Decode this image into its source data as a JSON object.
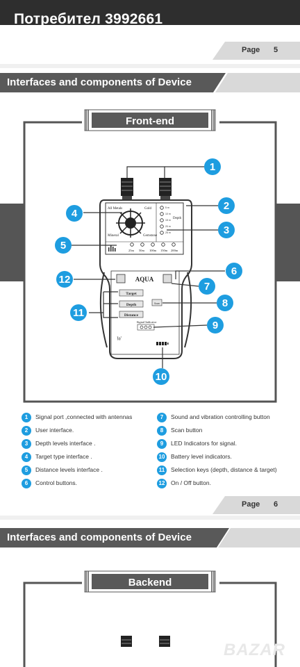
{
  "topbar": {
    "user": "Потребител 3992661"
  },
  "page_top": {
    "label": "Page",
    "number": "5"
  },
  "page_mid": {
    "label": "Page",
    "number": "6"
  },
  "section1": {
    "title": "Interfaces and components of Device",
    "subtitle": "Front-end"
  },
  "section2": {
    "title": "Interfaces and components of Device",
    "subtitle": "Backend"
  },
  "device": {
    "brand": "AQUA",
    "target_types": [
      "All Metals",
      "Gold",
      "Mineral",
      "Gemstone"
    ],
    "depth_label": "Depth",
    "depth_levels": [
      "5 m",
      "10 m",
      "15 m",
      "20 m",
      "25 m"
    ],
    "distance_levels": [
      "25m",
      "50m",
      "100m",
      "150m",
      "200m"
    ],
    "keys": [
      "Target",
      "Depth",
      "Distance"
    ],
    "scan_label": "Scan",
    "signal_label": "Signal Indicator"
  },
  "callouts": [
    "1",
    "2",
    "3",
    "4",
    "5",
    "6",
    "7",
    "8",
    "9",
    "10",
    "11",
    "12"
  ],
  "legend": [
    {
      "n": "1",
      "text": "Signal port ,connected with antennas"
    },
    {
      "n": "2",
      "text": "User interface."
    },
    {
      "n": "3",
      "text": "Depth levels interface ."
    },
    {
      "n": "4",
      "text": "Target type interface ."
    },
    {
      "n": "5",
      "text": "Distance levels interface ."
    },
    {
      "n": "6",
      "text": "Control buttons."
    },
    {
      "n": "7",
      "text": "Sound and vibration controlling button"
    },
    {
      "n": "8",
      "text": "Scan button"
    },
    {
      "n": "9",
      "text": "LED Indicators for signal."
    },
    {
      "n": "10",
      "text": "Battery level indicators."
    },
    {
      "n": "11",
      "text": "Selection keys (depth, distance & target)"
    },
    {
      "n": "12",
      "text": "On / Off  button."
    }
  ],
  "watermark": "BAZAR",
  "colors": {
    "accent": "#1e9de0",
    "header": "#595959",
    "tab": "#d9d9d9",
    "frame": "#555555"
  }
}
